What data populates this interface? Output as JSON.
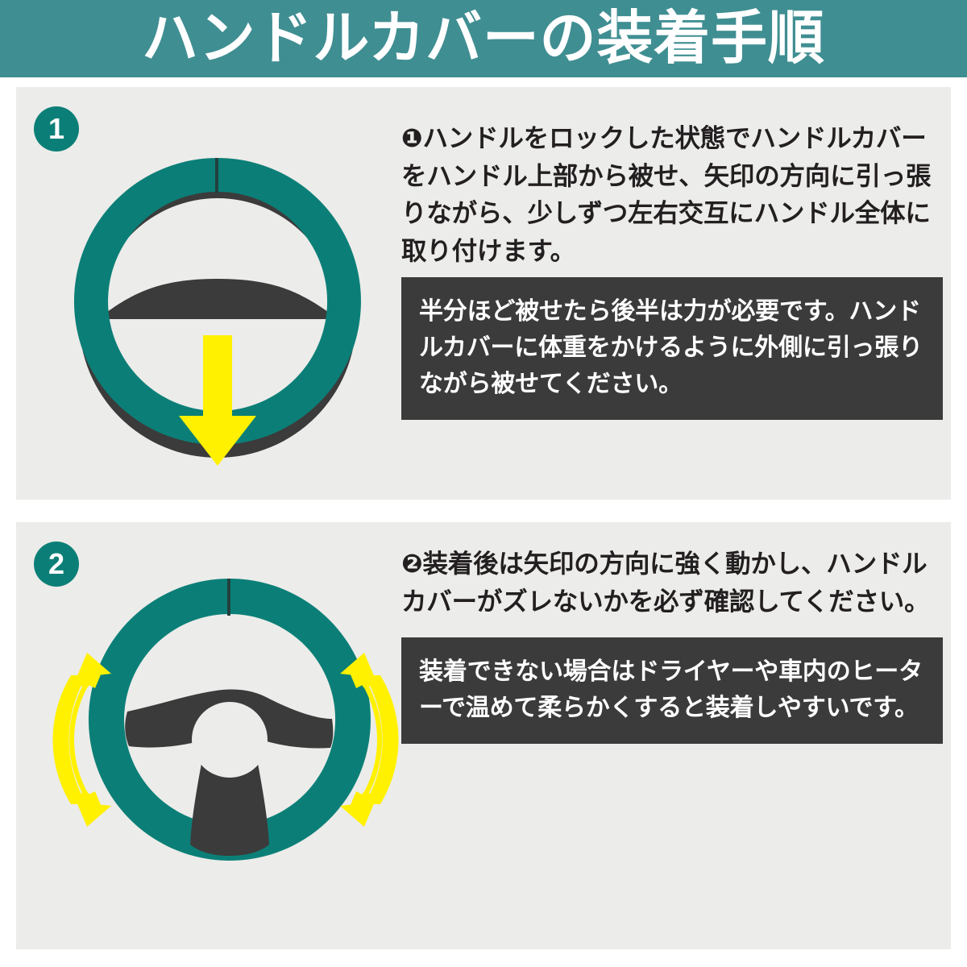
{
  "header": {
    "title": "ハンドルカバーの装着手順",
    "background_color": "#3f8e92",
    "text_color": "#ffffff"
  },
  "colors": {
    "panel_background": "#ececea",
    "page_background": "#ffffff",
    "teal_cover": "#0b7f77",
    "wheel_dark": "#3b3b3b",
    "arrow_yellow": "#fff100",
    "note_background": "#3b3b3b",
    "body_text": "#231f20"
  },
  "steps": [
    {
      "badge": "1",
      "instruction": "❶ハンドルをロックした状態でハンドルカバーをハンドル上部から被せ、矢印の方向に引っ張りながら、少しずつ左右交互にハンドル全体に取り付けます。",
      "note": "半分ほど被せたら後半は力が必要です。ハンドルカバーに体重をかけるように外側に引っ張りながら被せてください。",
      "figure": {
        "name": "steering-wheel-partial-cover",
        "description": "ハンドルにカバーを上部から被せた図",
        "arrow": "down-arrow",
        "arrow_color": "#fff100"
      }
    },
    {
      "badge": "2",
      "instruction": "❷装着後は矢印の方向に強く動かし、ハンドルカバーがズレないかを必ず確認してください。",
      "note": "装着できない場合はドライヤーや車内のヒーターで温めて柔らかくすると装着しやすいです。",
      "figure": {
        "name": "steering-wheel-full-cover",
        "description": "カバーを装着し終えたハンドルの図",
        "arrow": "double-curved-arrows",
        "arrow_color": "#fff100"
      }
    }
  ]
}
